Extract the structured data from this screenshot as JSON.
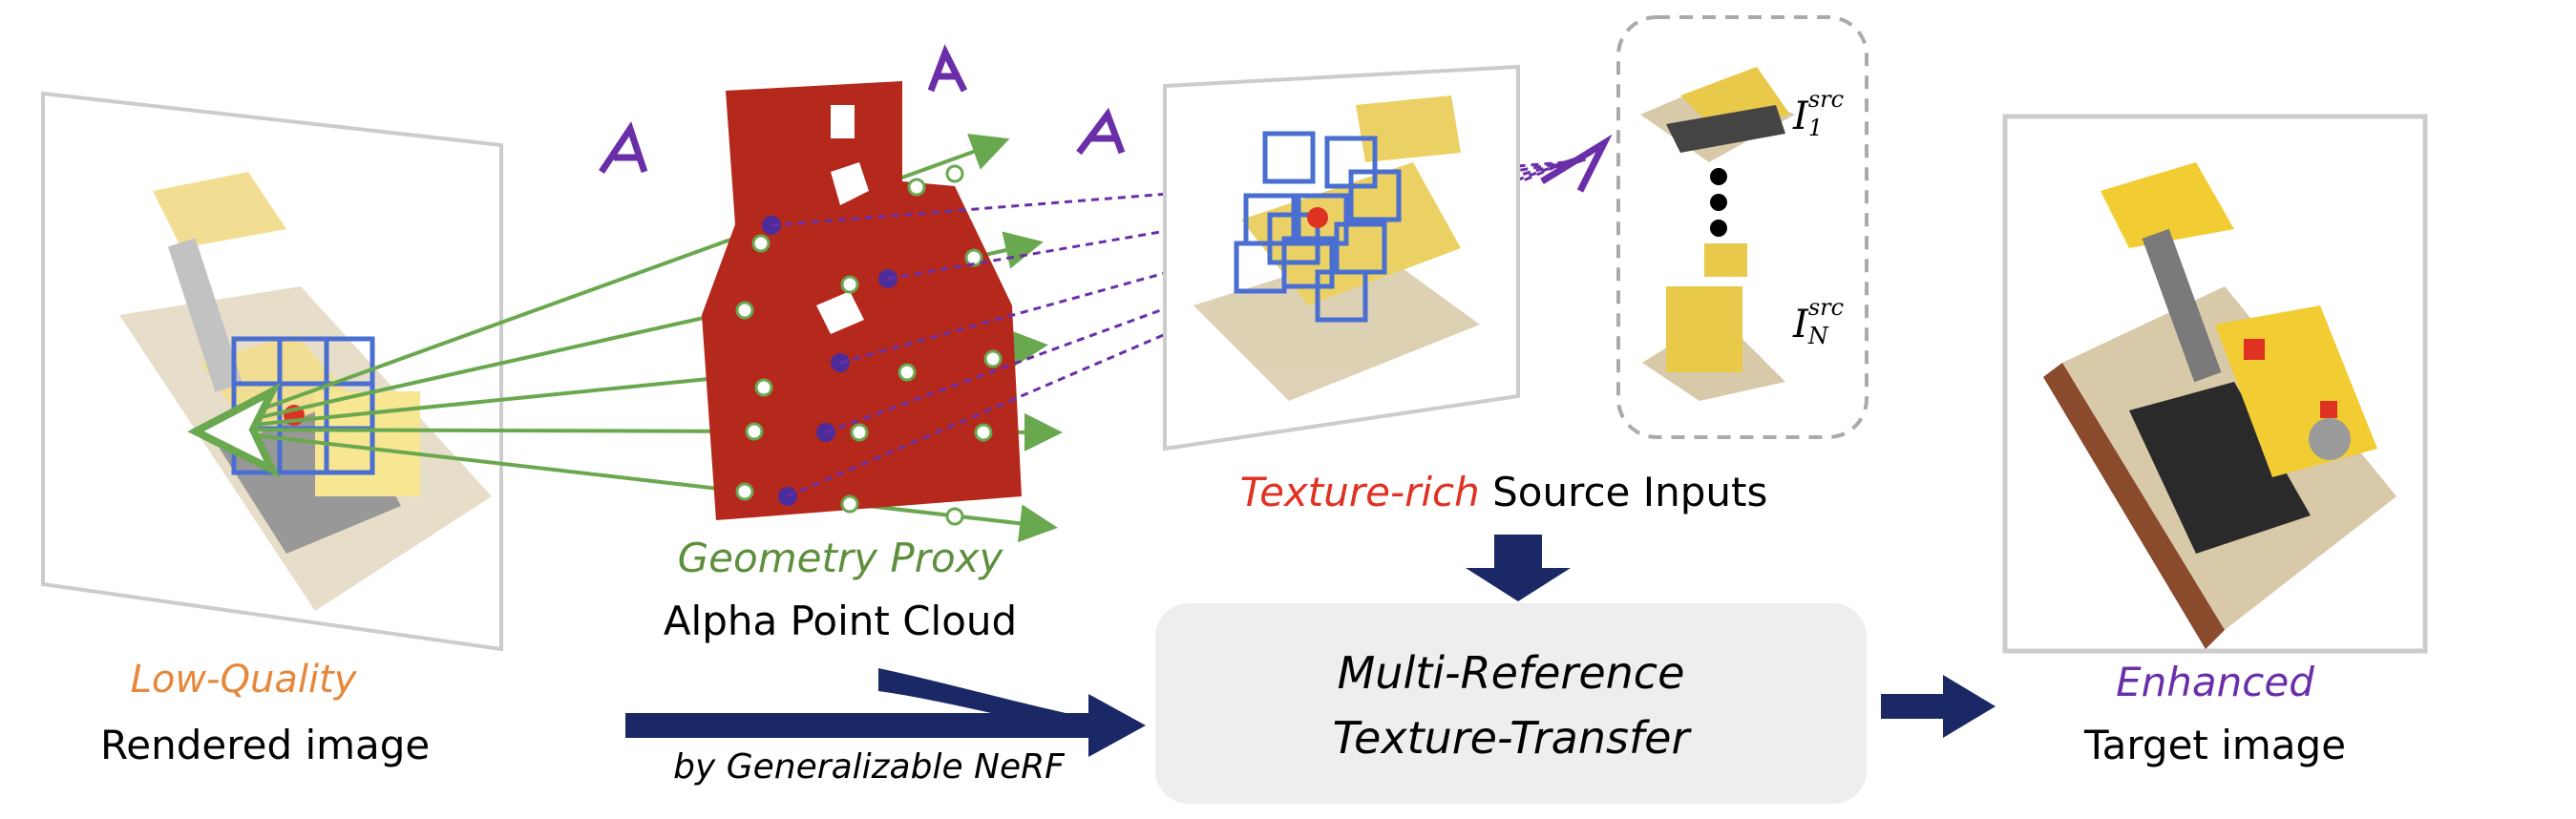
{
  "colors": {
    "low_quality": "#e6873a",
    "enhanced": "#6a2fa8",
    "geometry": "#5e8f3d",
    "texture": "#e03223",
    "arrow_navy": "#1a2866",
    "ray_green": "#6aa84f",
    "dash_purple": "#6a2fa8",
    "patch_blue": "#4a6fd1",
    "cloud_red": "#b5281c",
    "box_gray": "#eeeeee"
  },
  "rendered": {
    "quality_label": "Low-Quality",
    "image_label": "Rendered image"
  },
  "proxy": {
    "geometry_label": "Geometry Proxy",
    "cloud_label": "Alpha Point Cloud",
    "nerf_label": "by Generalizable NeRF"
  },
  "source": {
    "rich_label": "Texture-rich",
    "inputs_label": "Source Inputs",
    "src1_label": "I",
    "src1_sup": "src",
    "src1_sub": "1",
    "srcN_label": "I",
    "srcN_sup": "src",
    "srcN_sub": "N"
  },
  "transfer": {
    "line1": "Multi-Reference",
    "line2": "Texture-Transfer"
  },
  "target": {
    "quality_label": "Enhanced",
    "image_label": "Target image"
  }
}
